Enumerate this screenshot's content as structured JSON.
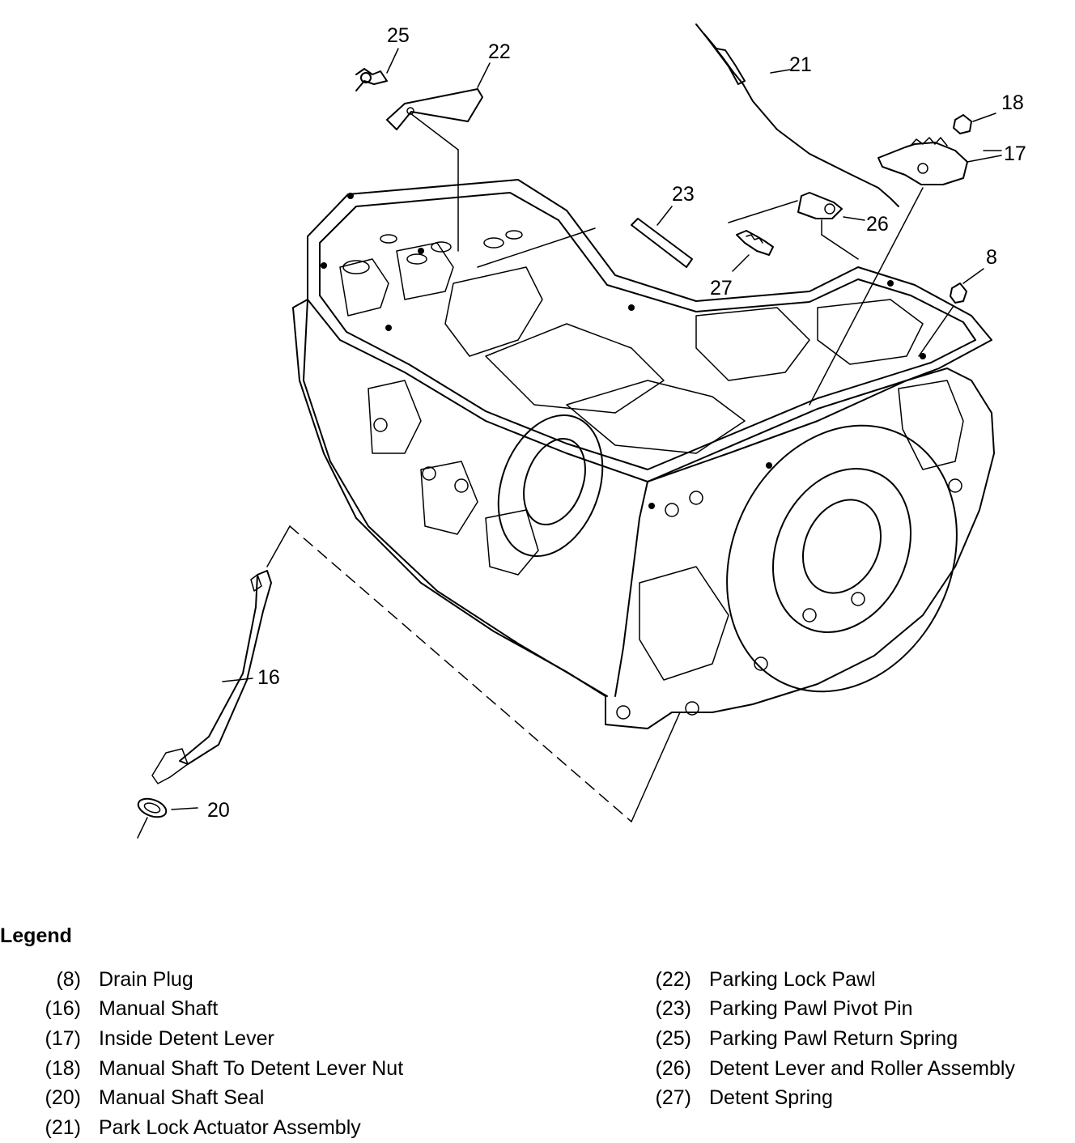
{
  "callouts": {
    "c8": "8",
    "c16": "16",
    "c17": "17",
    "c18": "18",
    "c20": "20",
    "c21": "21",
    "c22": "22",
    "c23": "23",
    "c25": "25",
    "c26": "26",
    "c27": "27"
  },
  "legend": {
    "title": "Legend",
    "left": [
      {
        "num": "(8)",
        "label": "Drain Plug"
      },
      {
        "num": "(16)",
        "label": "Manual Shaft"
      },
      {
        "num": "(17)",
        "label": "Inside Detent Lever"
      },
      {
        "num": "(18)",
        "label": "Manual Shaft To Detent Lever Nut"
      },
      {
        "num": "(20)",
        "label": "Manual Shaft Seal"
      },
      {
        "num": "(21)",
        "label": "Park Lock Actuator Assembly"
      }
    ],
    "right": [
      {
        "num": "(22)",
        "label": "Parking Lock Pawl"
      },
      {
        "num": "(23)",
        "label": "Parking Pawl Pivot Pin"
      },
      {
        "num": "(25)",
        "label": "Parking Pawl Return Spring"
      },
      {
        "num": "(26)",
        "label": "Detent Lever and Roller Assembly"
      },
      {
        "num": "(27)",
        "label": "Detent Spring"
      }
    ]
  }
}
